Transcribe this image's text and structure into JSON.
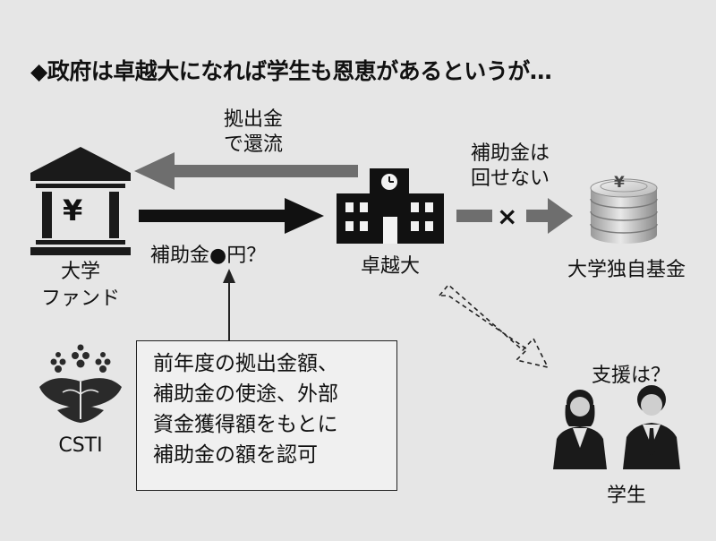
{
  "title": "◆政府は卓越大になれば学生も恩恵があるというが…",
  "nodes": {
    "fund": {
      "line1": "大学",
      "line2": "ファンド",
      "symbol": "¥"
    },
    "university": {
      "label": "卓越大"
    },
    "endowment": {
      "label": "大学独自基金",
      "symbol": "¥"
    },
    "csti": {
      "label": "CSTI"
    },
    "students": {
      "label": "学生",
      "question": "支援は？"
    }
  },
  "arrows": {
    "return": {
      "line1": "拠出金",
      "line2": "で還流"
    },
    "subsidy": {
      "label": "補助金●円？"
    },
    "blocked": {
      "line1": "補助金は",
      "line2": "回せない",
      "mark": "×"
    }
  },
  "note": {
    "lines": [
      "前年度の拠出金額、",
      "補助金の使途、外部",
      "資金獲得額をもとに",
      "補助金の額を認可"
    ]
  }
}
